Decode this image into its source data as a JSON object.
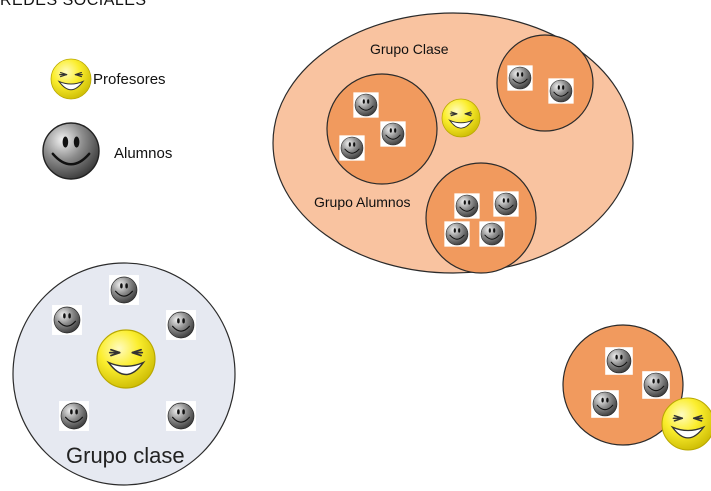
{
  "title": "REDES SOCIALES",
  "legend": {
    "teachers_label": "Profesores",
    "students_label": "Alumnos"
  },
  "social_network": {
    "class_group_label": "Grupo Clase",
    "student_group_label": "Grupo Alumnos"
  },
  "classroom": {
    "label": "Grupo clase"
  },
  "colors": {
    "class_group_fill": "#f9c3a0",
    "student_group_fill": "#f19a5e",
    "classroom_fill": "#e6e9f1",
    "outline": "#2b2b2b",
    "teacher_face": "#f7ea2b",
    "student_face": "#6d6d6d"
  },
  "icons": {
    "teacher": "yellow-smiley-icon",
    "student": "gray-smiley-icon"
  }
}
